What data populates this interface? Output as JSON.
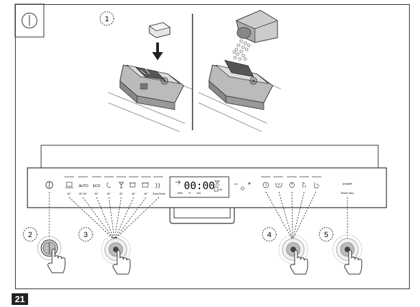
{
  "figure": {
    "page_number": "21",
    "step_labels": {
      "step1": "1",
      "step2": "2",
      "step3": "3",
      "step4": "4",
      "step5": "5"
    }
  },
  "control_panel": {
    "programs": [
      {
        "icon": "monitor-icon",
        "label": "",
        "temp": "50°"
      },
      {
        "icon": "text",
        "label": "AUTO",
        "temp": "45°-60°"
      },
      {
        "icon": "text",
        "label": "ECO",
        "temp": "50°"
      },
      {
        "icon": "moon-icon",
        "label": "",
        "temp": "60°"
      },
      {
        "icon": "glass-icon",
        "label": "",
        "temp": "45°"
      },
      {
        "icon": "pot-icon",
        "label": "",
        "temp": "45°"
      },
      {
        "icon": "pot-wide-icon",
        "label": "",
        "temp": "45°"
      },
      {
        "icon": "rinse-icon",
        "label": "",
        "temp": "Extra Rinse"
      }
    ],
    "display": {
      "time": "00:00",
      "sub_left": "kWh",
      "sub_mid": "%",
      "sub_right": "min"
    },
    "minus": "–",
    "plus": "+",
    "options": [
      "clock-icon",
      "tub-icon",
      "power-icon",
      "dry-icon",
      "extra-icon"
    ],
    "start_label": "START",
    "start_sub": "Reset 3sec"
  }
}
